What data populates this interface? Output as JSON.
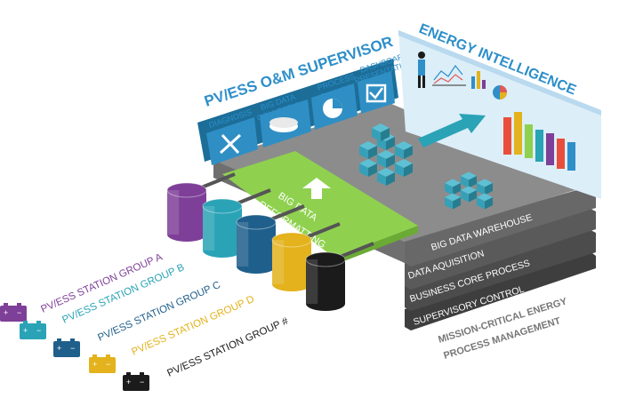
{
  "supervisor": {
    "title": "PV/ESS O&M SUPERVISOR",
    "modules": [
      {
        "line1": "DIAGNOSIS",
        "line2": "ANALYSIS",
        "icon": "wrench-screwdriver-icon"
      },
      {
        "line1": "BIG DATA",
        "line2": "COLLECTION",
        "icon": "database-disk-icon"
      },
      {
        "line1": "PROCESS",
        "line2": "PLANER",
        "icon": "pie-chart-icon"
      },
      {
        "line1": "DASHBOARD",
        "line2": "PRESENTATION",
        "icon": "checkmark-screen-icon"
      }
    ]
  },
  "intelligence": {
    "title": "ENERGY INTELLIGENCE"
  },
  "platform": {
    "reformatting_line1": "BIG DATA",
    "reformatting_line2": "REFORMATTING",
    "warehouse": "BIG DATA WAREHOUSE",
    "layers": [
      "DATA AQUISITION",
      "BUSINESS CORE PROCESS",
      "SUPERVISORY CONTROL"
    ],
    "mission_line1": "MISSION-CRITICAL ENERGY",
    "mission_line2": "PROCESS MANAGEMENT"
  },
  "stations": [
    {
      "label": "PV/ESS STATION GROUP A",
      "color": "#7e3f98"
    },
    {
      "label": "PV/ESS STATION GROUP B",
      "color": "#2aa3b6"
    },
    {
      "label": "PV/ESS STATION GROUP C",
      "color": "#1f5f8b"
    },
    {
      "label": "PV/ESS STATION GROUP D",
      "color": "#e3b21c"
    },
    {
      "label": "PV/ESS STATION GROUP #",
      "color": "#1b1b1b"
    }
  ],
  "colors": {
    "accent_blue": "#2e8fc9",
    "green": "#8fd14f",
    "platform_top": "#8a8a8a",
    "platform_layer": "#555555",
    "cube": "#36a0b8"
  }
}
